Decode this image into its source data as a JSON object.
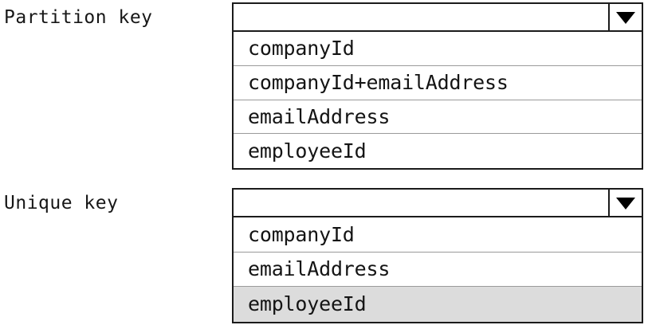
{
  "fields": [
    {
      "id": "partition-key",
      "label": "Partition key",
      "combo": {
        "value": "",
        "placeholder": "",
        "arrow_icon": "chevron-down-icon"
      },
      "options": [
        {
          "label": "companyId",
          "selected": false
        },
        {
          "label": "companyId+emailAddress",
          "selected": false
        },
        {
          "label": "emailAddress",
          "selected": false
        },
        {
          "label": "employeeId",
          "selected": false
        }
      ]
    },
    {
      "id": "unique-key",
      "label": "Unique key",
      "combo": {
        "value": "",
        "placeholder": "",
        "arrow_icon": "chevron-down-icon"
      },
      "options": [
        {
          "label": "companyId",
          "selected": false
        },
        {
          "label": "emailAddress",
          "selected": false
        },
        {
          "label": "employeeId",
          "selected": true
        }
      ]
    }
  ],
  "colors": {
    "border": "#1b1b1b",
    "row_separator": "#9a9a9a",
    "highlight": "#dcdcdc",
    "text": "#141414",
    "background": "#ffffff",
    "arrow": "#000000"
  }
}
